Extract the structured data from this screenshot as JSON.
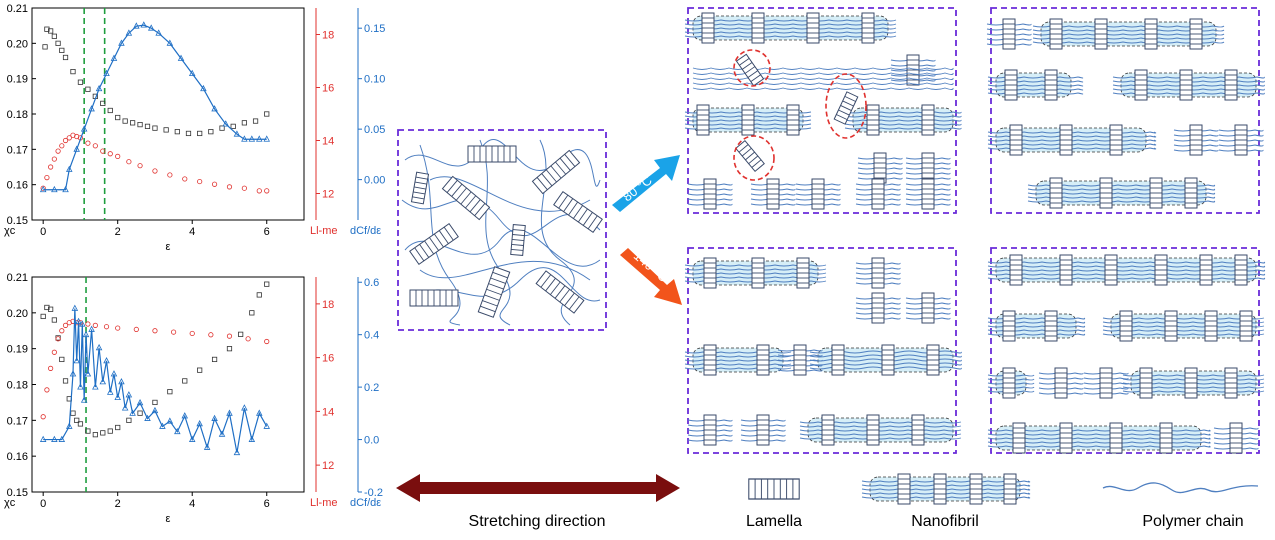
{
  "chart_data": [
    {
      "type": "scatter",
      "panel": "top",
      "xlabel": "ε",
      "xlim": [
        -0.3,
        7
      ],
      "x_ticks": [
        "0",
        "2",
        "4",
        "6"
      ],
      "axes": [
        {
          "label": "χc",
          "color": "#000000",
          "side": "left",
          "lim": [
            0.15,
            0.21
          ],
          "ticks": [
            "0.15",
            "0.16",
            "0.17",
            "0.18",
            "0.19",
            "0.20",
            "0.21"
          ]
        },
        {
          "label": "Ll-me",
          "color": "#e0312e",
          "side": "right",
          "lim": [
            11,
            19
          ],
          "ticks": [
            "12",
            "14",
            "16",
            "18"
          ]
        },
        {
          "label": "dCf/dε",
          "color": "#1f6fc5",
          "side": "right-outer",
          "lim": [
            -0.04,
            0.17
          ],
          "ticks": [
            "0.00",
            "0.05",
            "0.10",
            "0.15"
          ]
        }
      ],
      "vlines": [
        1.1,
        1.65
      ],
      "series": [
        {
          "axis": 0,
          "color": "#333333",
          "marker": "square",
          "x": [
            0.05,
            0.1,
            0.2,
            0.3,
            0.4,
            0.5,
            0.6,
            0.8,
            1.0,
            1.2,
            1.4,
            1.6,
            1.8,
            2.0,
            2.2,
            2.4,
            2.6,
            2.8,
            3.0,
            3.3,
            3.6,
            3.9,
            4.2,
            4.5,
            4.8,
            5.1,
            5.4,
            5.7,
            6.0
          ],
          "y": [
            0.199,
            0.204,
            0.2035,
            0.202,
            0.2,
            0.198,
            0.196,
            0.192,
            0.189,
            0.187,
            0.185,
            0.183,
            0.181,
            0.179,
            0.178,
            0.1775,
            0.177,
            0.1765,
            0.176,
            0.1755,
            0.175,
            0.1745,
            0.1745,
            0.175,
            0.176,
            0.1765,
            0.1775,
            0.178,
            0.18
          ]
        },
        {
          "axis": 1,
          "color": "#e0312e",
          "marker": "circle",
          "x": [
            0.0,
            0.1,
            0.2,
            0.3,
            0.4,
            0.5,
            0.6,
            0.7,
            0.8,
            0.9,
            1.0,
            1.2,
            1.4,
            1.6,
            1.8,
            2.0,
            2.3,
            2.6,
            3.0,
            3.4,
            3.8,
            4.2,
            4.6,
            5.0,
            5.4,
            5.8,
            6.0
          ],
          "y": [
            12.2,
            12.6,
            13.0,
            13.3,
            13.6,
            13.8,
            14.0,
            14.1,
            14.2,
            14.15,
            14.1,
            13.9,
            13.8,
            13.6,
            13.5,
            13.4,
            13.2,
            13.05,
            12.85,
            12.7,
            12.55,
            12.45,
            12.35,
            12.25,
            12.2,
            12.1,
            12.1
          ]
        },
        {
          "axis": 2,
          "color": "#1f6fc5",
          "marker": "triangle",
          "x": [
            0.0,
            0.3,
            0.6,
            0.7,
            0.9,
            1.1,
            1.3,
            1.5,
            1.7,
            1.9,
            2.1,
            2.3,
            2.5,
            2.7,
            2.9,
            3.1,
            3.4,
            3.7,
            4.0,
            4.3,
            4.6,
            4.9,
            5.2,
            5.4,
            5.6,
            5.8,
            6.0
          ],
          "y": [
            -0.01,
            -0.01,
            -0.01,
            0.01,
            0.03,
            0.05,
            0.07,
            0.09,
            0.105,
            0.12,
            0.135,
            0.145,
            0.152,
            0.153,
            0.15,
            0.145,
            0.135,
            0.12,
            0.105,
            0.09,
            0.07,
            0.055,
            0.045,
            0.04,
            0.04,
            0.04,
            0.04
          ]
        }
      ]
    },
    {
      "type": "scatter",
      "panel": "bottom",
      "xlabel": "ε",
      "xlim": [
        -0.3,
        7
      ],
      "x_ticks": [
        "0",
        "2",
        "4",
        "6"
      ],
      "axes": [
        {
          "label": "χc",
          "color": "#000000",
          "side": "left",
          "lim": [
            0.15,
            0.21
          ],
          "ticks": [
            "0.15",
            "0.16",
            "0.17",
            "0.18",
            "0.19",
            "0.20",
            "0.21"
          ]
        },
        {
          "label": "Ll-me",
          "color": "#e0312e",
          "side": "right",
          "lim": [
            11,
            19
          ],
          "ticks": [
            "12",
            "14",
            "16",
            "18"
          ]
        },
        {
          "label": "dCf/dε",
          "color": "#1f6fc5",
          "side": "right-outer",
          "lim": [
            -0.2,
            0.62
          ],
          "ticks": [
            "-0.2",
            "0.0",
            "0.2",
            "0.4",
            "0.6"
          ]
        }
      ],
      "vlines": [
        1.15
      ],
      "series": [
        {
          "axis": 0,
          "color": "#333333",
          "marker": "square",
          "x": [
            0.0,
            0.1,
            0.2,
            0.3,
            0.4,
            0.5,
            0.6,
            0.7,
            0.8,
            0.9,
            1.0,
            1.2,
            1.4,
            1.6,
            1.8,
            2.0,
            2.3,
            2.6,
            3.0,
            3.4,
            3.8,
            4.2,
            4.6,
            5.0,
            5.3,
            5.6,
            5.8,
            6.0
          ],
          "y": [
            0.199,
            0.2015,
            0.201,
            0.198,
            0.193,
            0.187,
            0.181,
            0.176,
            0.172,
            0.17,
            0.169,
            0.167,
            0.166,
            0.1665,
            0.167,
            0.168,
            0.17,
            0.172,
            0.175,
            0.178,
            0.181,
            0.184,
            0.187,
            0.19,
            0.194,
            0.2,
            0.205,
            0.208
          ]
        },
        {
          "axis": 1,
          "color": "#e0312e",
          "marker": "circle",
          "x": [
            0.0,
            0.1,
            0.2,
            0.3,
            0.4,
            0.5,
            0.6,
            0.7,
            0.8,
            0.9,
            1.0,
            1.2,
            1.4,
            1.7,
            2.0,
            2.5,
            3.0,
            3.5,
            4.0,
            4.5,
            5.0,
            5.5,
            6.0
          ],
          "y": [
            13.8,
            14.8,
            15.6,
            16.2,
            16.7,
            17.0,
            17.2,
            17.3,
            17.35,
            17.3,
            17.3,
            17.25,
            17.2,
            17.15,
            17.1,
            17.05,
            17.0,
            16.95,
            16.9,
            16.85,
            16.8,
            16.7,
            16.6
          ]
        },
        {
          "axis": 2,
          "color": "#1f6fc5",
          "marker": "triangle",
          "x": [
            0.0,
            0.3,
            0.5,
            0.7,
            0.8,
            0.85,
            0.9,
            0.95,
            1.0,
            1.05,
            1.1,
            1.15,
            1.2,
            1.3,
            1.4,
            1.5,
            1.6,
            1.7,
            1.8,
            1.9,
            2.0,
            2.1,
            2.2,
            2.3,
            2.4,
            2.6,
            2.8,
            3.0,
            3.2,
            3.4,
            3.6,
            3.8,
            4.0,
            4.2,
            4.4,
            4.6,
            4.8,
            5.0,
            5.2,
            5.4,
            5.6,
            5.8,
            6.0
          ],
          "y": [
            0.0,
            0.0,
            0.0,
            0.05,
            0.25,
            0.5,
            0.3,
            0.45,
            0.2,
            0.44,
            0.15,
            0.4,
            0.25,
            0.42,
            0.2,
            0.35,
            0.22,
            0.3,
            0.18,
            0.25,
            0.16,
            0.22,
            0.12,
            0.17,
            0.1,
            0.14,
            0.08,
            0.11,
            0.05,
            0.07,
            0.03,
            0.09,
            0.0,
            0.06,
            -0.03,
            0.08,
            0.02,
            0.1,
            -0.05,
            0.12,
            0.0,
            0.1,
            0.05
          ]
        }
      ]
    }
  ],
  "diagram": {
    "arrow_80_label": "80 °C",
    "arrow_140_label": "140 °C",
    "stretching_label": "Stretching direction",
    "legend": {
      "lamella": "Lamella",
      "nanofibril": "Nanofibril",
      "polymer_chain": "Polymer chain"
    },
    "colors": {
      "box_border": "#6a2bd9",
      "chain": "#4f7fc0",
      "lamella_stroke": "#3a4a6a",
      "nanofibril_fill": "#d6eef7",
      "arrow_80": "#1aa3e8",
      "arrow_140": "#f2541b",
      "stretching_arrow": "#7a0e0e",
      "kink_circle": "#e0312e",
      "guide_line": "#1e9e3e"
    }
  }
}
